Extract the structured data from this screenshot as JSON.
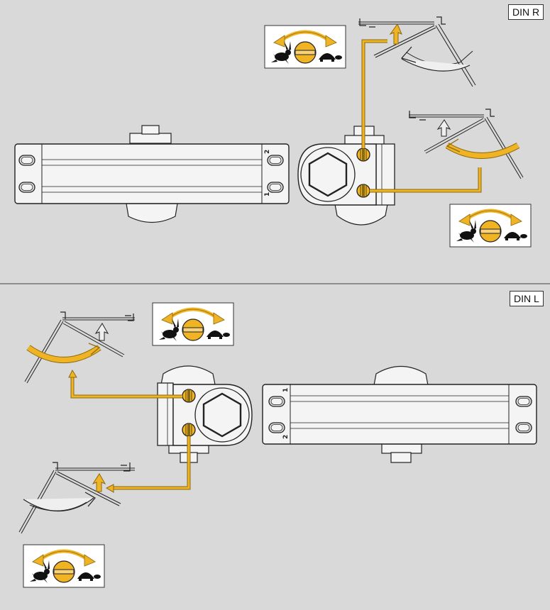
{
  "panels": {
    "din_r": {
      "label": "DIN R"
    },
    "din_l": {
      "label": "DIN L"
    }
  },
  "closer_body": {
    "end_marks": [
      "1",
      "2"
    ]
  },
  "colors": {
    "background": "#d9d9d9",
    "accent": "#f0b323",
    "accent_outline": "#8a6a10",
    "line": "#222222",
    "body_fill": "#f4f4f4",
    "arrow_grey": "#efefef"
  },
  "icons": [
    "hare-icon",
    "tortoise-icon",
    "screw-icon",
    "speed-adjust-arrow-icon"
  ]
}
